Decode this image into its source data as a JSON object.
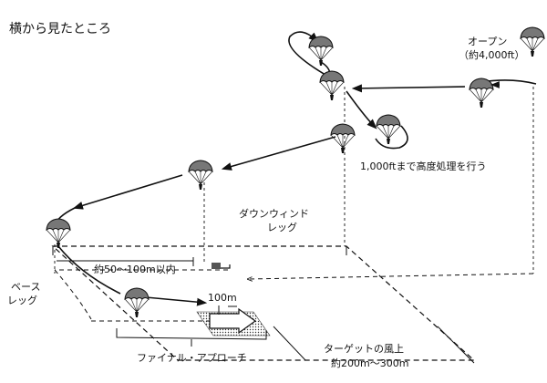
{
  "title": "横から見たところ",
  "labels": {
    "open_line1": "オープン",
    "open_line2": "（約4,000ft）",
    "altitude_note": "1,000ftまで高度処理を行う",
    "downwind_line1": "ダウンウィンド",
    "downwind_line2": "レッグ",
    "base_line1": "ベース",
    "base_line2": "レッグ",
    "distance_50_100": "約50～100m以内",
    "distance_100m": "100m",
    "final_approach": "ファイナル・アプローチ",
    "upwind_line1": "ターゲットの風上",
    "upwind_line2": "約200m～300m"
  },
  "colors": {
    "ink": "#111111",
    "target_fill": "#bbbbbb"
  },
  "icons": [
    "parachute-icon",
    "arrow-icon",
    "target-arrow-icon"
  ]
}
